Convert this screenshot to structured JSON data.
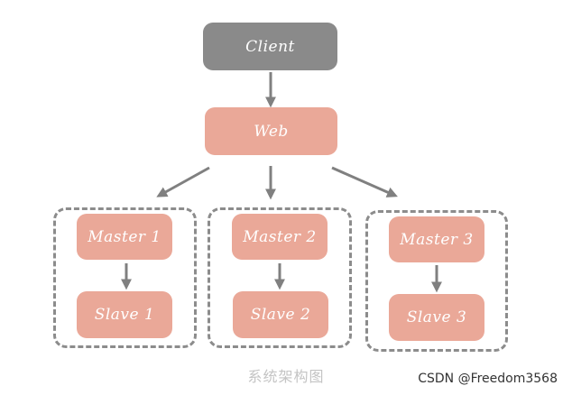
{
  "nodes": {
    "client": "Client",
    "web": "Web",
    "master1": "Master 1",
    "master2": "Master 2",
    "master3": "Master 3",
    "slave1": "Slave 1",
    "slave2": "Slave 2",
    "slave3": "Slave 3"
  },
  "caption": "系统架构图",
  "watermark": "CSDN @Freedom3568",
  "colors": {
    "client_fill": "#8a8a8a",
    "node_fill": "#eaa898",
    "arrow": "#808080",
    "dashed_border": "#8c8c8c",
    "caption_text": "#c4c4c4"
  }
}
